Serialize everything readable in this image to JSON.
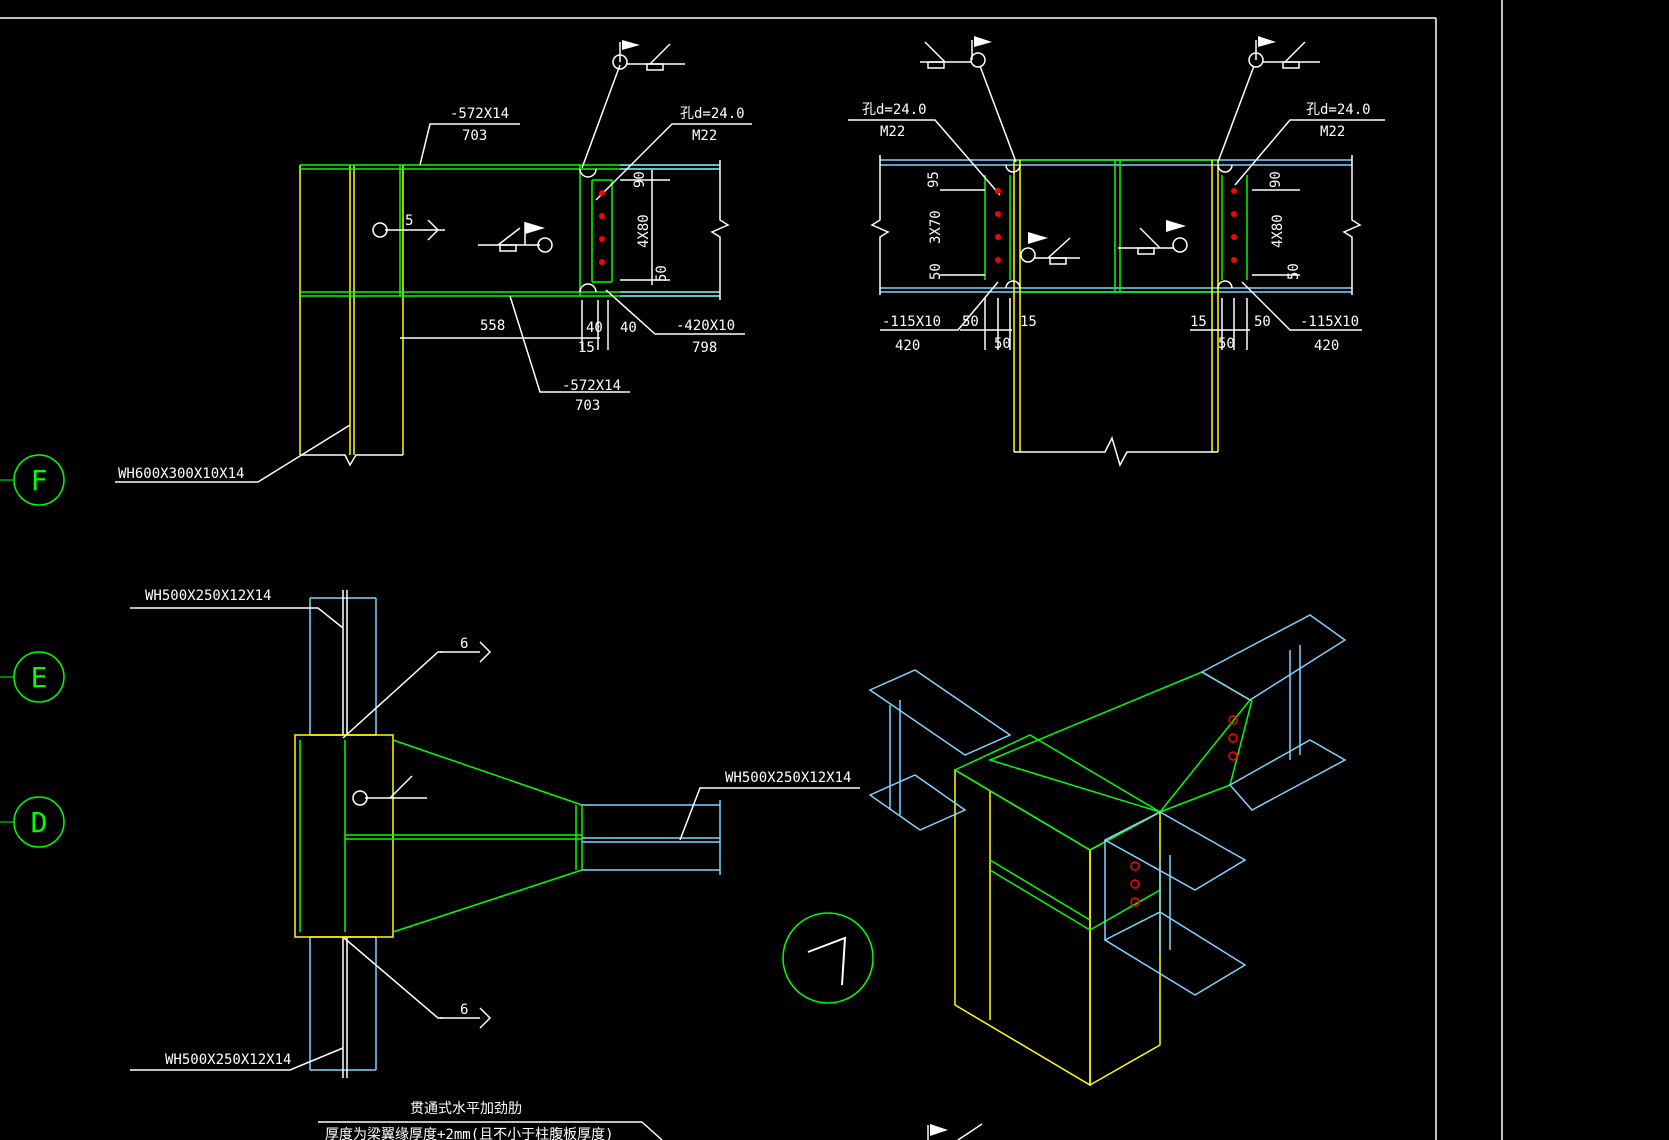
{
  "colors": {
    "background": "#000000",
    "frame": "#ffffff",
    "steel_green": "#00ff00",
    "steel_yellow": "#ffff00",
    "steel_cyan": "#7fd4ff",
    "bolt_red": "#ff0000",
    "text": "#ffffff",
    "axis": "#00ff00"
  },
  "axis_labels": {
    "F": "F",
    "E": "E",
    "D": "D"
  },
  "section_label": "7",
  "view1": {
    "top_flange_plate": "-572X14",
    "top_flange_len": "703",
    "hole": "孔d=24.0",
    "bolt": "M22",
    "weld_size": "5",
    "dim_558": "558",
    "dim_40a": "40",
    "dim_40b": "40",
    "dim_15": "15",
    "web_plate": "-420X10",
    "web_plate_len": "798",
    "bot_flange_plate": "-572X14",
    "bot_flange_len": "703",
    "dim_90": "90",
    "dim_4x80": "4X80",
    "dim_50": "50",
    "column": "WH600X300X10X14"
  },
  "view2": {
    "hole_left": "孔d=24.0",
    "bolt_left": "M22",
    "hole_right": "孔d=24.0",
    "bolt_right": "M22",
    "dim_95": "95",
    "dim_3x70": "3X70",
    "dim_50_l": "50",
    "dim_90": "90",
    "dim_4x80": "4X80",
    "dim_50_r": "50",
    "plate_left": "-115X10",
    "plate_left_len": "420",
    "plate_right": "-115X10",
    "plate_right_len": "420",
    "dim_50a": "50",
    "dim_50b": "50",
    "dim_15a": "15",
    "dim_15b": "15",
    "dim_50c": "50",
    "dim_50d": "50"
  },
  "view3": {
    "column_top": "WH500X250X12X14",
    "beam": "WH500X250X12X14",
    "column_bottom": "WH500X250X12X14",
    "weld_top": "6",
    "weld_bottom": "6"
  },
  "notes": {
    "stiffener_title": "贯通式水平加劲肋",
    "stiffener_note": "厚度为梁翼缘厚度+2mm(且不小于柱腹板厚度)"
  }
}
